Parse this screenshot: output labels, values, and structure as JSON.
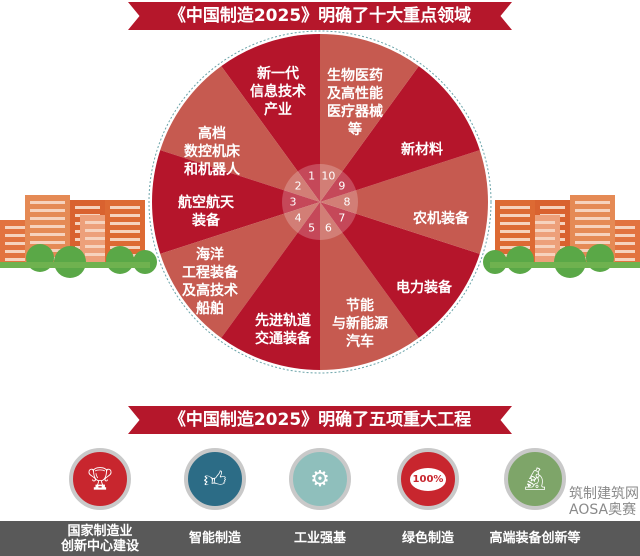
{
  "title_top": "《中国制造2025》明确了十大重点领域",
  "title_bottom": "《中国制造2025》明确了五项重大工程",
  "colors": {
    "dark_red": "#b5152b",
    "light_red": "#c65a50",
    "banner": "#b5172b",
    "band": "#595959"
  },
  "sectors": [
    {
      "number": "1",
      "label": [
        "新一代",
        "信息技术",
        "产业"
      ]
    },
    {
      "number": "2",
      "label": [
        "高档",
        "数控机床",
        "和机器人"
      ]
    },
    {
      "number": "3",
      "label": [
        "航空航天",
        "装备"
      ]
    },
    {
      "number": "4",
      "label": [
        "海洋",
        "工程装备",
        "及高技术",
        "船舶"
      ]
    },
    {
      "number": "5",
      "label": [
        "先进轨道",
        "交通装备"
      ]
    },
    {
      "number": "6",
      "label": [
        "节能",
        "与新能源",
        "汽车"
      ]
    },
    {
      "number": "7",
      "label": [
        "电力装备"
      ]
    },
    {
      "number": "8",
      "label": [
        "农机装备"
      ]
    },
    {
      "number": "9",
      "label": [
        "新材料"
      ]
    },
    {
      "number": "10",
      "label": [
        "生物医药",
        "及高性能",
        "医疗器械",
        "等"
      ]
    }
  ],
  "projects": [
    {
      "label": [
        "国家制造业",
        "创新中心建设"
      ],
      "icon": "trophy-icon",
      "color": "#c8262e"
    },
    {
      "label": [
        "智能制造"
      ],
      "icon": "thumbs-up-icon",
      "color": "#2c6c86"
    },
    {
      "label": [
        "工业强基"
      ],
      "icon": "gear-icon",
      "color": "#8fbfbc"
    },
    {
      "label": [
        "绿色制造"
      ],
      "icon": "100-percent-seal-icon",
      "color": "#c8262e",
      "icon_text": "100%"
    },
    {
      "label": [
        "高端装备创新等"
      ],
      "icon": "microscope-icon",
      "color": "#7ea569"
    }
  ],
  "watermark": [
    "筑制建筑网",
    "AOSA奥赛"
  ]
}
